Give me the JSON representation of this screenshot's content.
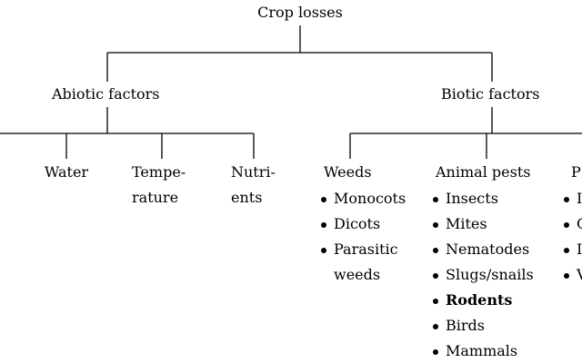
{
  "root": {
    "label": "Crop losses"
  },
  "abiotic": {
    "label": "Abiotic factors",
    "children": [
      "Water",
      "Tempe-\nrature",
      "Nutri-\nents"
    ]
  },
  "biotic": {
    "label": "Biotic factors",
    "groups": [
      {
        "label": "Weeds",
        "items": [
          "Monocots",
          "Dicots",
          "Parasitic",
          "weeds"
        ]
      },
      {
        "label": "Animal pests",
        "items": [
          "Insects",
          "Mites",
          "Nematodes",
          "Slugs/snails",
          "Rodents",
          "Birds",
          "Mammals"
        ]
      },
      {
        "label": "P",
        "items": [
          "I",
          "C",
          "I",
          "V"
        ]
      }
    ]
  }
}
